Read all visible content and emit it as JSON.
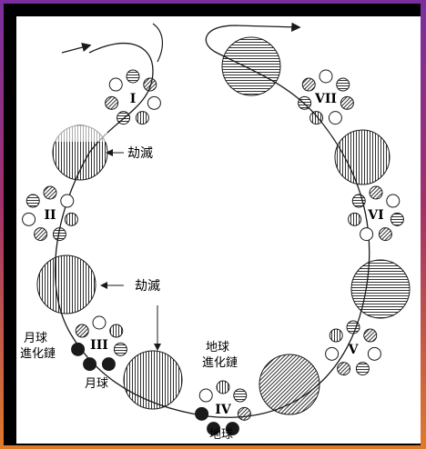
{
  "colors": {
    "frame": "#000000",
    "paper": "#ffffff",
    "ink": "#1a1a1a",
    "gradient_top": "#7a2fa0",
    "gradient_bottom": "#e07a2a"
  },
  "chains": [
    {
      "label": "I",
      "note": "",
      "note2": ""
    },
    {
      "label": "II",
      "note": "",
      "note2": ""
    },
    {
      "label": "III",
      "note": "月球",
      "note2": "進化鏈"
    },
    {
      "label": "IV",
      "note": "地球",
      "note2": "進化鏈"
    },
    {
      "label": "V",
      "note": "",
      "note2": ""
    },
    {
      "label": "VI",
      "note": "",
      "note2": ""
    },
    {
      "label": "VII",
      "note": "",
      "note2": ""
    }
  ],
  "labels": {
    "pralaya_top": "劫滅",
    "pralaya_mid": "劫滅",
    "moon": "月球",
    "earth": "地球"
  }
}
